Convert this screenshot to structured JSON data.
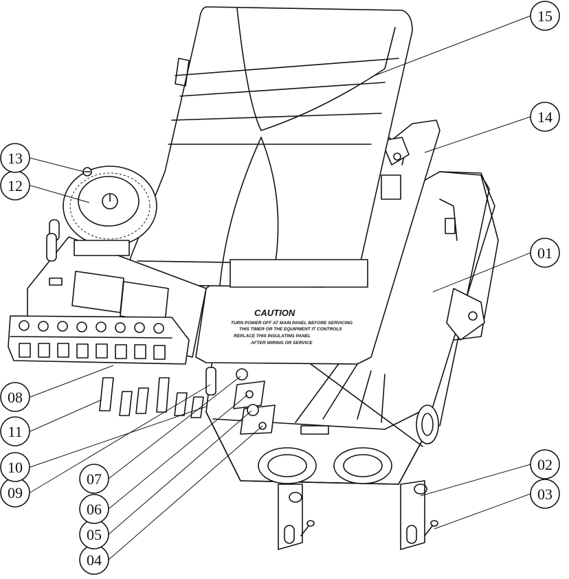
{
  "callouts": [
    {
      "id": "01",
      "label": "01"
    },
    {
      "id": "02",
      "label": "02"
    },
    {
      "id": "03",
      "label": "03"
    },
    {
      "id": "04",
      "label": "04"
    },
    {
      "id": "05",
      "label": "05"
    },
    {
      "id": "06",
      "label": "06"
    },
    {
      "id": "07",
      "label": "07"
    },
    {
      "id": "08",
      "label": "08"
    },
    {
      "id": "09",
      "label": "09"
    },
    {
      "id": "10",
      "label": "10"
    },
    {
      "id": "11",
      "label": "11"
    },
    {
      "id": "12",
      "label": "12"
    },
    {
      "id": "13",
      "label": "13"
    },
    {
      "id": "14",
      "label": "14"
    },
    {
      "id": "15",
      "label": "15"
    }
  ],
  "caution": {
    "heading": "CAUTION",
    "lines": [
      "TURN POWER OFF AT MAIN PANEL BEFORE SERVICING",
      "THIS TIMER OR THE EQUIPMENT IT CONTROLS",
      "REPLACE THIS INSULATING PANEL",
      "AFTER WIRING OR SERVICE"
    ]
  },
  "colors": {
    "line": "#111111",
    "background": "#ffffff"
  }
}
